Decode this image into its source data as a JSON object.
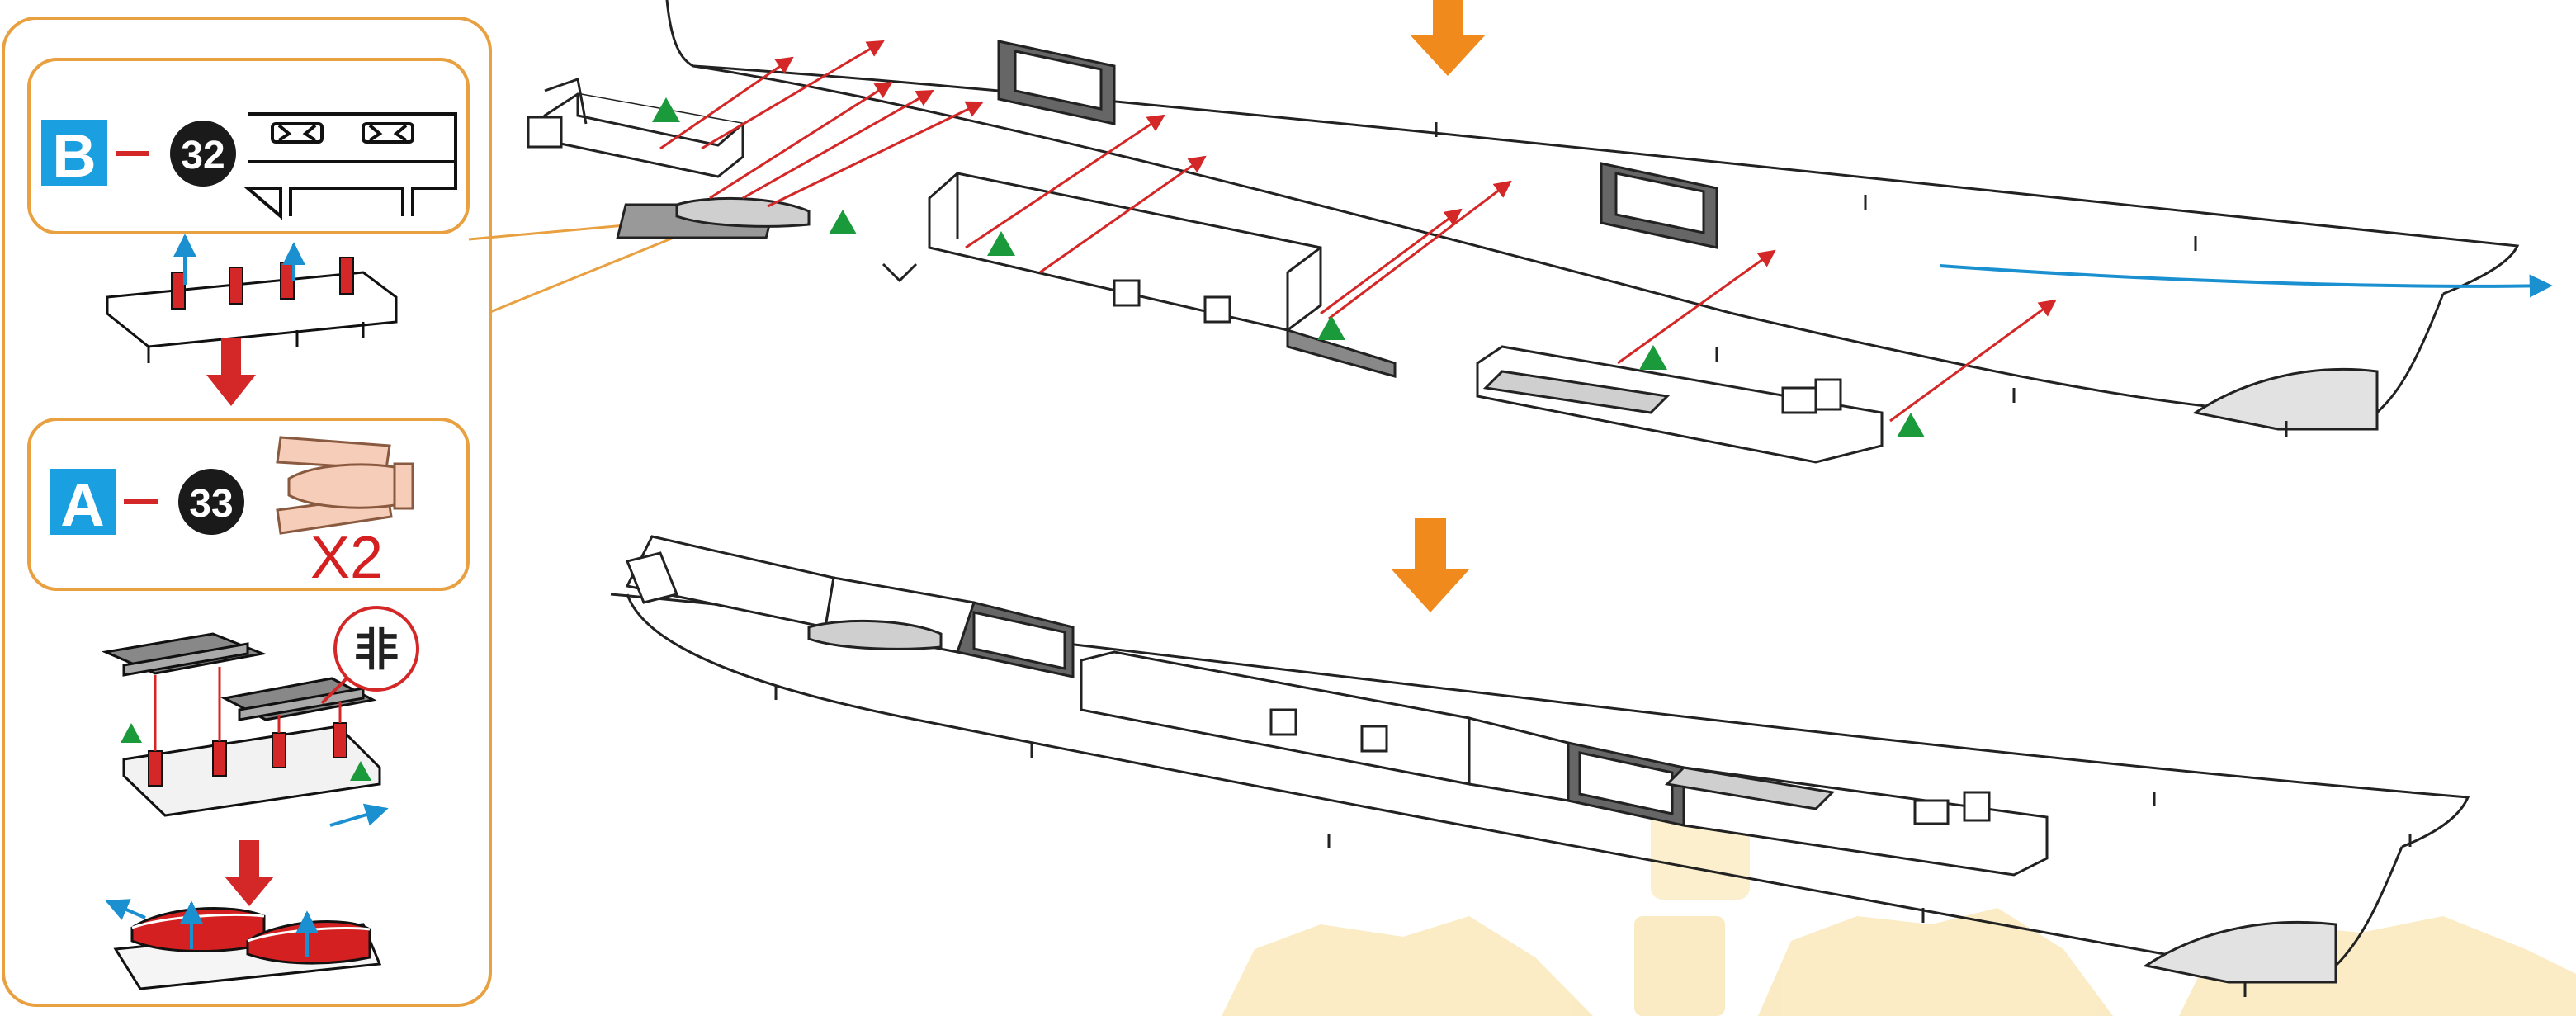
{
  "colors": {
    "panel_border": "#e8a040",
    "step_arrow": "#f08a1c",
    "sub_arrow": "#d42828",
    "part_letter_bg": "#1aa0e0",
    "number_disc": "#1a1a1a",
    "glue_line": "#d42828",
    "blue_arrow": "#1a90d0",
    "glue_marker": "#1a9a3a",
    "boat_part": "#f6cdb8",
    "painted_boat": "#d42020",
    "watermark": "#f5d580"
  },
  "sub_steps": [
    {
      "part_letter": "B",
      "part_number": "32",
      "quantity": ""
    },
    {
      "part_letter": "A",
      "part_number": "33",
      "quantity": "X2"
    }
  ],
  "callout_symbol": "非",
  "icons": [
    "orange-down-arrow-icon",
    "red-down-arrow-icon",
    "glue-point-triangle-icon",
    "blue-direction-arrow-icon",
    "cut-mark-symbol-icon"
  ]
}
